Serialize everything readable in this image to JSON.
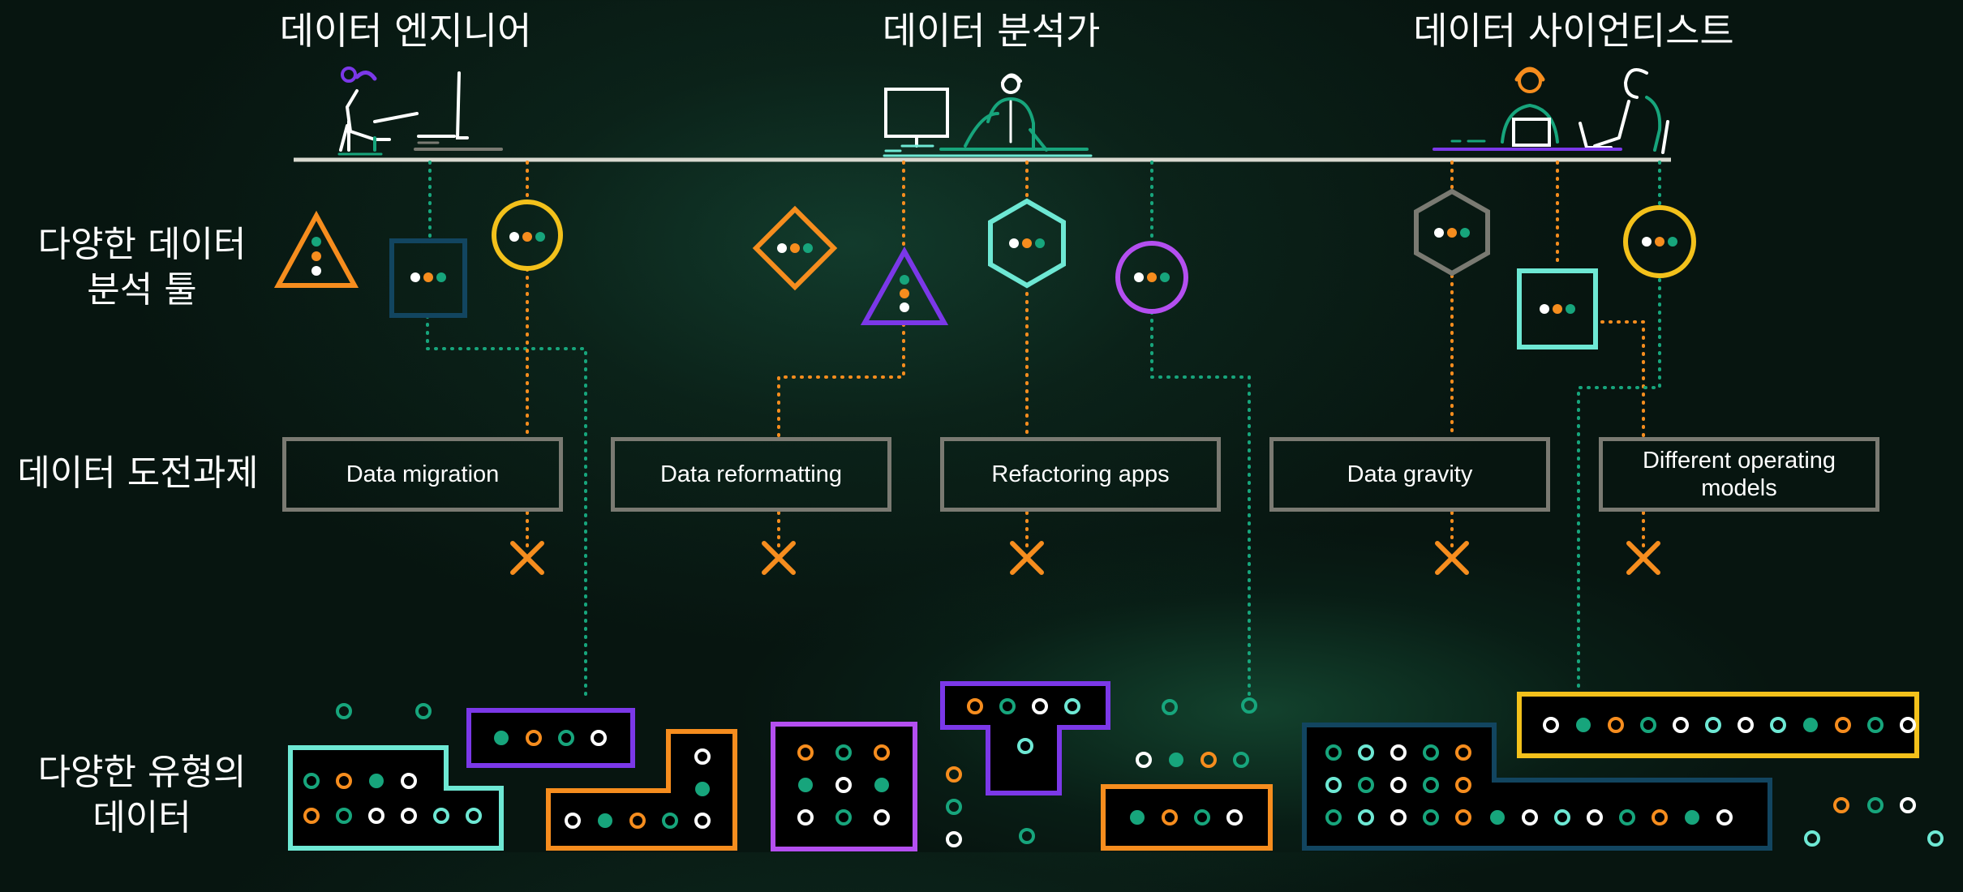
{
  "roles": [
    {
      "key": "engineer",
      "label": "데이터 엔지니어"
    },
    {
      "key": "analyst",
      "label": "데이터 분석가"
    },
    {
      "key": "scientist",
      "label": "데이터 사이언티스트"
    }
  ],
  "row_labels": {
    "tools": [
      "다양한 데이터",
      "분석 툴"
    ],
    "challenges": [
      "데이터 도전과제"
    ],
    "data_types": [
      "다양한 유형의",
      "데이터"
    ]
  },
  "challenges": [
    {
      "label": "Data migration"
    },
    {
      "label": "Data reformatting"
    },
    {
      "label": "Refactoring apps"
    },
    {
      "label": "Data gravity"
    },
    {
      "label": "Different operating models"
    }
  ],
  "colors": {
    "teal": "#17a57c",
    "orange": "#f68d1e",
    "yellow": "#f3c11b",
    "purple": "#7b38e8",
    "mint": "#6ee8d4",
    "navy": "#124560",
    "gray": "#7a7a72",
    "white": "#ffffff",
    "background": "#0b2219"
  },
  "icons": [
    "engineer-figure-icon",
    "desktop-computer-icon",
    "analyst-figure-icon",
    "monitor-icon",
    "scientist-figure-icon",
    "laptop-icon",
    "triangle-tool-icon",
    "square-tool-icon",
    "circle-tool-icon",
    "diamond-tool-icon",
    "hexagon-tool-icon",
    "x-mark-icon",
    "data-block-icon"
  ]
}
